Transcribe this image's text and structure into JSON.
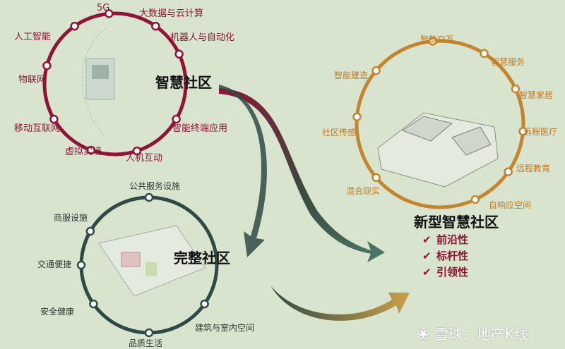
{
  "smart_community": {
    "title": "智慧社区",
    "items": [
      "5G",
      "大数据与云计算",
      "机器人与自动化",
      "智能终端应用",
      "人机互动",
      "虚拟实境",
      "移动互联网",
      "物联网",
      "人工智能"
    ],
    "color": "#8e1538"
  },
  "complete_community": {
    "title": "完整社区",
    "items": [
      "公共服务设施",
      "商服设施",
      "交通便捷",
      "安全健康",
      "品质生活",
      "建筑与室内空间"
    ],
    "color": "#2f4a45"
  },
  "new_community": {
    "title": "新型智慧社区",
    "items": [
      "智能交互",
      "智慧服务",
      "智慧家居",
      "远程医疗",
      "远程教育",
      "自响应空间",
      "混合现实",
      "社区传感",
      "智能建造"
    ],
    "features": [
      "前沿性",
      "标杆性",
      "引领性"
    ],
    "color": "#c38530"
  },
  "watermark": {
    "logo": "❀",
    "text": "雪球：地产K线"
  }
}
